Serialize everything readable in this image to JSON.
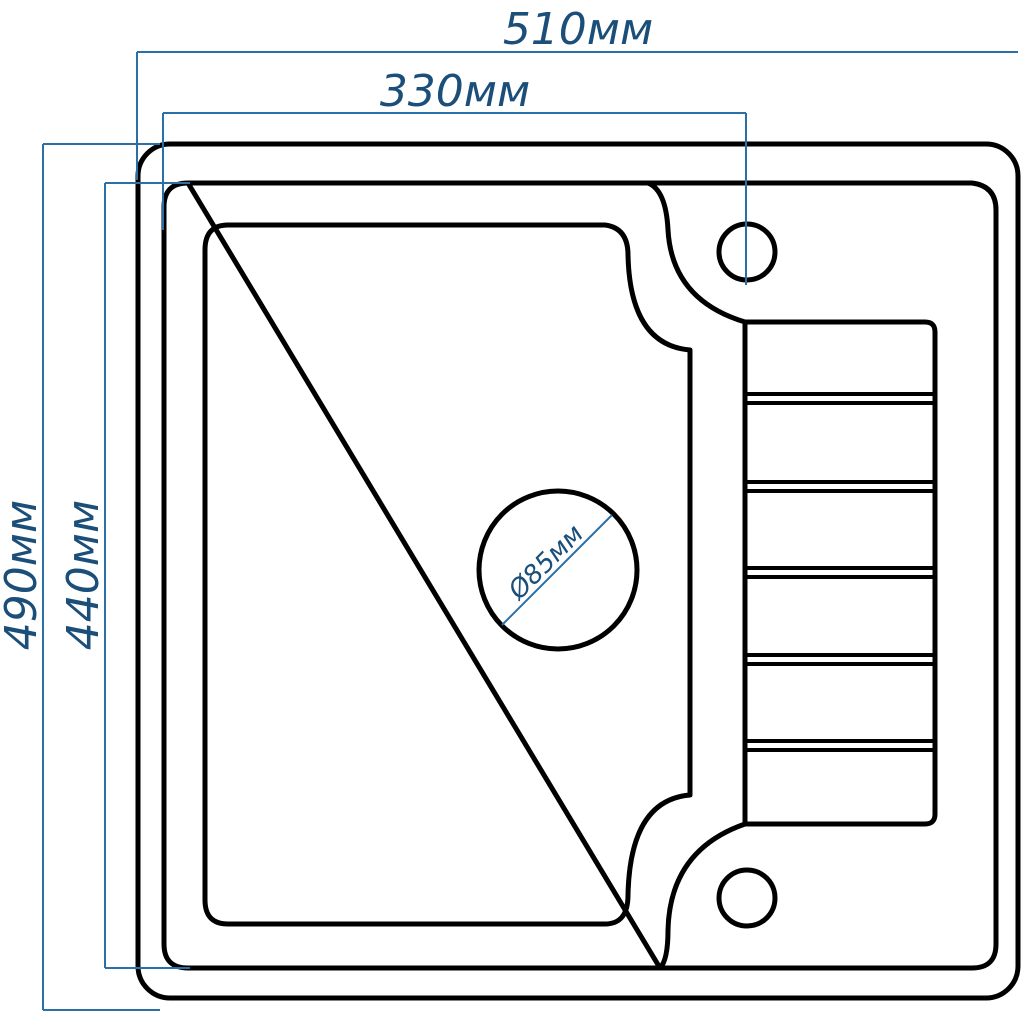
{
  "colors": {
    "outline": "#000000",
    "dimension": "#1b4f7a",
    "dimension_line": "#2a6fa5",
    "background": "#ffffff"
  },
  "dimensions": {
    "overall_width": "510мм",
    "bowl_width": "330мм",
    "overall_depth": "490мм",
    "bowl_depth": "440мм",
    "drain_diameter": "Ø85мм"
  }
}
